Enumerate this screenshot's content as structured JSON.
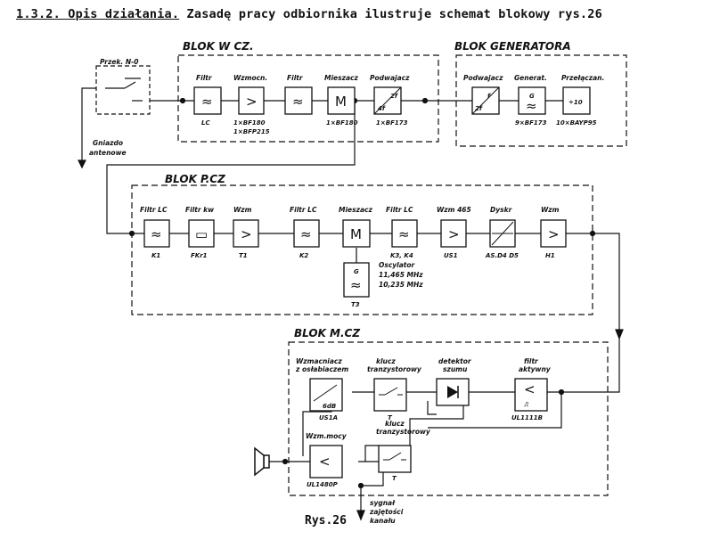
{
  "heading": {
    "number": "1.3.2. Opis działania.",
    "text": " Zasadę pracy odbiornika ilustruje schemat blokowy rys.26"
  },
  "blocks": {
    "w_cz": "BLOK W CZ.",
    "generatora": "BLOK GENERATORA",
    "p_cz": "BLOK P.CZ",
    "m_cz": "BLOK M.CZ"
  },
  "switch": {
    "label": "Przek. N-0"
  },
  "antenna": {
    "label_line1": "Gniazdo",
    "label_line2": "antenowe"
  },
  "wcz_stages": [
    {
      "title": "Filtr",
      "symbol": "≈",
      "part": "LC",
      "part2": ""
    },
    {
      "title": "Wzmocn.",
      "symbol": ">",
      "part": "1×BF180",
      "part2": "1×BFP215"
    },
    {
      "title": "Filtr",
      "symbol": "≈",
      "part": "",
      "part2": ""
    },
    {
      "title": "Mieszacz",
      "symbol": "M",
      "part": "1×BF180",
      "part2": ""
    },
    {
      "title": "Podwajacz",
      "symbol": "2f",
      "part": "1×BF173",
      "part2": ""
    }
  ],
  "gen_stages": [
    {
      "title": "Podwajacz",
      "symbol": "2f",
      "part": ""
    },
    {
      "title": "Generat.",
      "symbol": "G",
      "part": "9×BF173"
    },
    {
      "title": "Przełączan.",
      "symbol": "÷10",
      "part": "10×BAYP95"
    }
  ],
  "pcz_stages": [
    {
      "title": "Filtr LC",
      "symbol": "≈",
      "part": "K1"
    },
    {
      "title": "Filtr kw",
      "symbol": "▭",
      "part": "FKr1"
    },
    {
      "title": "Wzm",
      "symbol": ">",
      "part": "T1"
    },
    {
      "title": "Filtr LC",
      "symbol": "≈",
      "part": "K2"
    },
    {
      "title": "Mieszacz",
      "symbol": "M",
      "part": ""
    },
    {
      "title": "Filtr LC",
      "symbol": "≈",
      "part": "K3, K4"
    },
    {
      "title": "Wzm 465",
      "symbol": ">",
      "part": "US1"
    },
    {
      "title": "Dyskr",
      "symbol": "⁄",
      "part": "AS.D4 D5"
    },
    {
      "title": "Wzm",
      "symbol": ">",
      "part": "H1"
    }
  ],
  "oscillator": {
    "symbol": "G",
    "part": "T3",
    "label": "Oscylator",
    "freq1": "11,465 MHz",
    "freq2": "10,235 MHz"
  },
  "mcz_stages": {
    "wzm_oslab": {
      "title1": "Wzmacniacz",
      "title2": "z osłabiaczem",
      "symbol": "6dB",
      "part": "US1A"
    },
    "klucz1": {
      "title1": "klucz",
      "title2": "tranzystorowy",
      "part": "T"
    },
    "detektor": {
      "title1": "detektor",
      "title2": "szumu",
      "part": ""
    },
    "filtr_akt": {
      "title1": "filtr",
      "title2": "aktywny",
      "part": "UL1111B"
    },
    "wzm_mocy": {
      "title": "Wzm.mocy",
      "part": "UL1480P"
    },
    "klucz2": {
      "title1": "klucz",
      "title2": "tranzystorowy",
      "part": "T"
    }
  },
  "signal": {
    "line1": "sygnał",
    "line2": "zajętości",
    "line3": "kanału"
  },
  "caption": "Rys.26"
}
